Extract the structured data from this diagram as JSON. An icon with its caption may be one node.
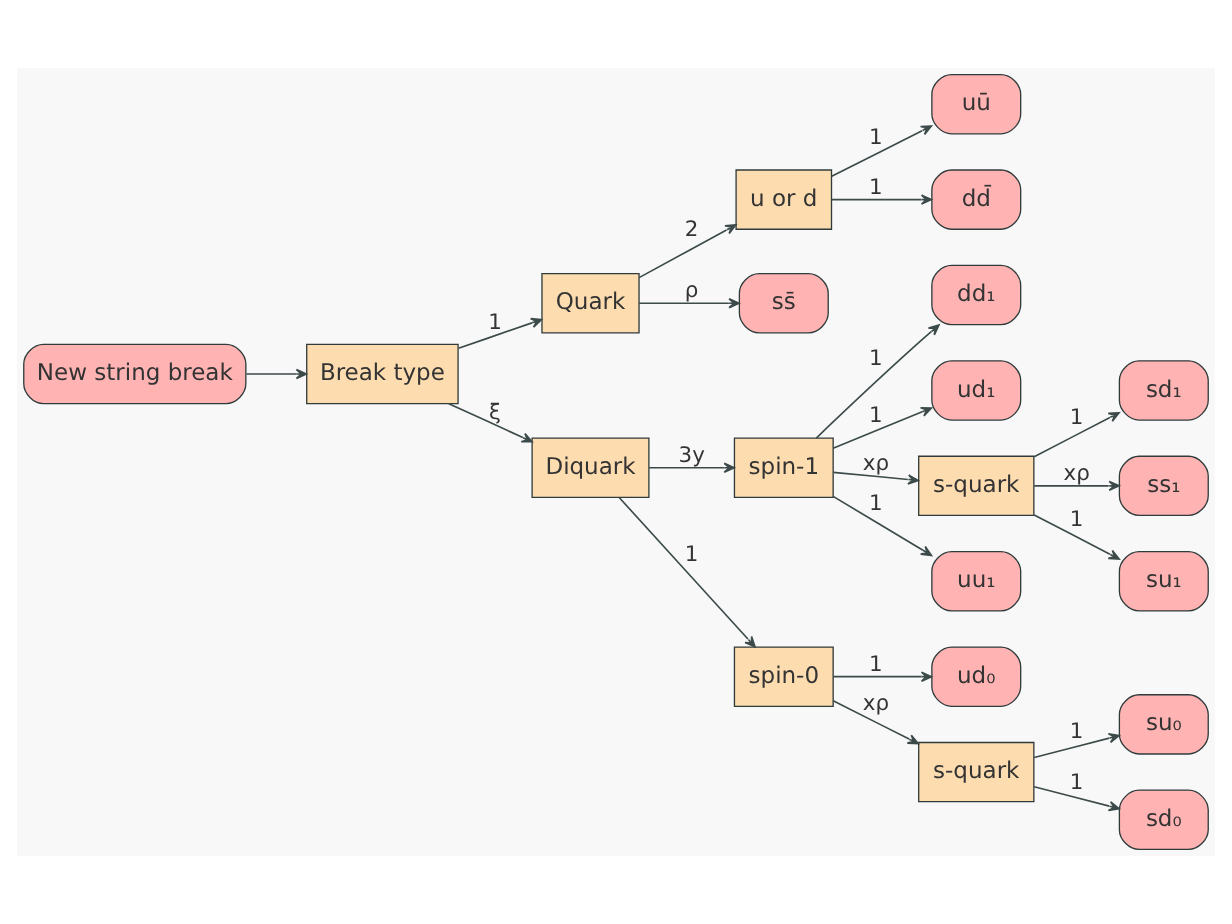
{
  "diagram": {
    "nodes": [
      {
        "text": [
          "New string break"
        ]
      },
      {
        "text": [
          "Break type"
        ]
      },
      {
        "text": [
          "Quark"
        ]
      },
      {
        "text": [
          "u or d"
        ]
      },
      {
        "text": [
          "ss̄"
        ]
      },
      {
        "text": [
          "uū"
        ]
      },
      {
        "text": [
          "dd̄"
        ]
      },
      {
        "text": [
          "Diquark"
        ]
      },
      {
        "text": [
          "spin-1"
        ]
      },
      {
        "text": [
          "dd₁"
        ]
      },
      {
        "text": [
          "ud₁"
        ]
      },
      {
        "text": [
          "s-quark"
        ]
      },
      {
        "text": [
          "sd₁"
        ]
      },
      {
        "text": [
          "uu₁"
        ]
      },
      {
        "text": [
          "ss₁"
        ]
      },
      {
        "text": [
          "su₁"
        ]
      },
      {
        "text": [
          "spin-0"
        ]
      },
      {
        "text": [
          "ud₀"
        ]
      },
      {
        "text": [
          "s-quark"
        ]
      },
      {
        "text": [
          "su₀"
        ]
      },
      {
        "text": [
          "sd₀"
        ]
      }
    ],
    "edges": [
      {
        "from": 0,
        "to": 1,
        "arrow": "to"
      },
      {
        "from": 1,
        "to": 2,
        "arrow": "to",
        "label": "1"
      },
      {
        "from": 2,
        "to": 4,
        "arrow": "to",
        "label": "ρ"
      },
      {
        "from": 2,
        "to": 3,
        "arrow": "to",
        "label": "2"
      },
      {
        "from": 3,
        "to": 5,
        "arrow": "to",
        "label": "1"
      },
      {
        "from": 3,
        "to": 6,
        "arrow": "to",
        "label": "1"
      },
      {
        "from": 1,
        "to": 7,
        "arrow": "to",
        "label": "ξ"
      },
      {
        "from": 7,
        "to": 8,
        "arrow": "to",
        "label": "3y"
      },
      {
        "from": 8,
        "to": 9,
        "arrow": "to",
        "label": "1"
      },
      {
        "from": 8,
        "to": 10,
        "arrow": "to",
        "label": "1"
      },
      {
        "from": 8,
        "to": 11,
        "arrow": "to",
        "label": "xρ"
      },
      {
        "from": 11,
        "to": 12,
        "arrow": "to",
        "label": "1"
      },
      {
        "from": 8,
        "to": 13,
        "arrow": "to",
        "label": "1"
      },
      {
        "from": 11,
        "to": 14,
        "arrow": "to",
        "label": "xρ"
      },
      {
        "from": 11,
        "to": 15,
        "arrow": "to",
        "label": "1"
      },
      {
        "from": 7,
        "to": 16,
        "arrow": "to",
        "label": "1"
      },
      {
        "from": 16,
        "to": 17,
        "arrow": "to",
        "label": "1"
      },
      {
        "from": 16,
        "to": 18,
        "arrow": "to",
        "label": "xρ"
      },
      {
        "from": 18,
        "to": 19,
        "arrow": "to",
        "label": "1"
      },
      {
        "from": 18,
        "to": 20,
        "arrow": "to",
        "label": "1"
      }
    ]
  }
}
